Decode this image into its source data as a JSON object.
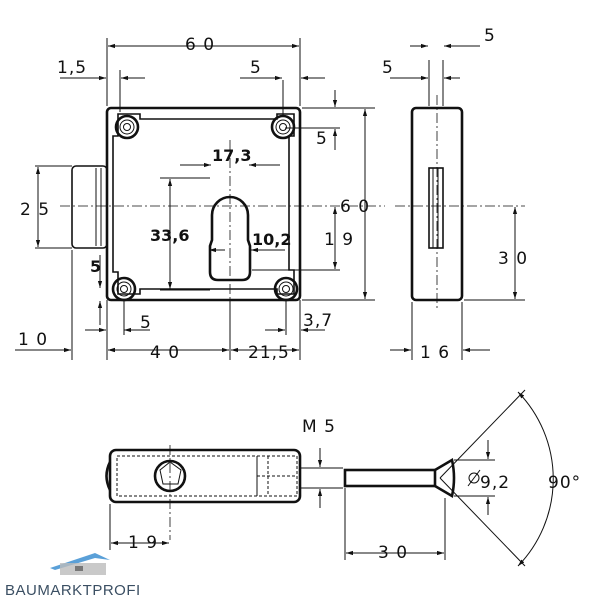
{
  "dimensions": {
    "width_60": "6 0",
    "d_1_5": "1,5",
    "d_5_top": "5",
    "d_5_right": "5",
    "d_5_side_right": "5",
    "d_5_side_left": "5",
    "height_60": "6 0",
    "d_25": "2 5",
    "d_17_3": "17,3",
    "d_33_6": "33,6",
    "d_10_2": "10,2",
    "d_19_v": "1 9",
    "d_5_left": "5",
    "d_5_bottom": "5",
    "d_3_7": "3,7",
    "d_10": "1 0",
    "d_40": "4 0",
    "d_21_5": "21,5",
    "d_30_side": "3 0",
    "d_16": "1 6",
    "d_m5": "M 5",
    "d_dia_9_2": "9,2",
    "d_90": "90°",
    "d_19_h": "1 9",
    "d_30_screw": "3 0"
  },
  "logo": {
    "text": "BAUMARKTPROFI",
    "color": "#3b4f63",
    "accent": "#5aa0d8"
  }
}
